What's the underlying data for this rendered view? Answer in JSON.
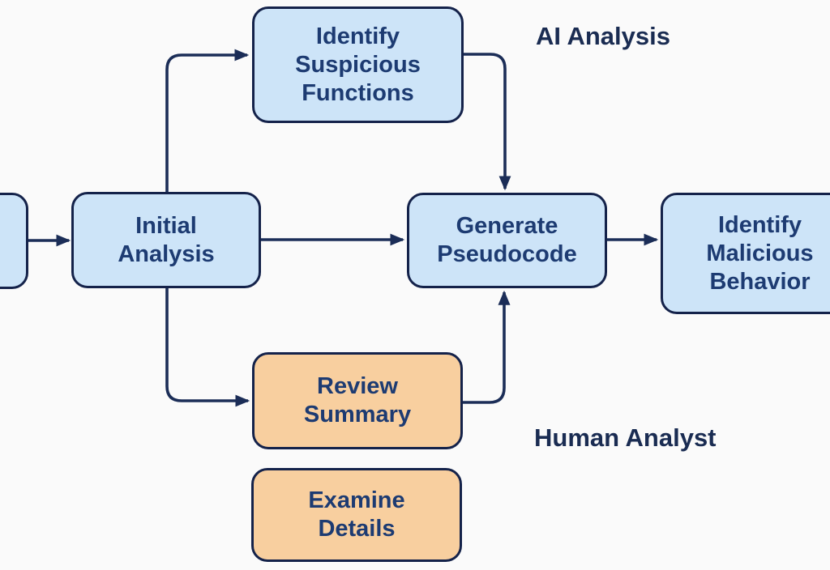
{
  "diagram": {
    "type": "flowchart",
    "nodes": [
      {
        "id": "input-partial",
        "label": "",
        "style": "blue"
      },
      {
        "id": "initial-analysis",
        "label": "Initial\nAnalysis",
        "style": "blue"
      },
      {
        "id": "identify-suspicious-functions",
        "label": "Identify\nSuspicious\nFunctions",
        "style": "blue"
      },
      {
        "id": "generate-pseudocode",
        "label": "Generate\nPseudocode",
        "style": "blue"
      },
      {
        "id": "identify-malicious-behavior",
        "label": "Identify\nMalicious\nBehavior",
        "style": "blue"
      },
      {
        "id": "review-summary",
        "label": "Review\nSummary",
        "style": "orange"
      },
      {
        "id": "examine-details",
        "label": "Examine\nDetails",
        "style": "orange"
      }
    ],
    "annotations": [
      {
        "id": "ai-analysis-label",
        "text": "AI Analysis"
      },
      {
        "id": "human-analyst-label",
        "text": "Human Analyst"
      }
    ],
    "edges": [
      {
        "from": "input-partial",
        "to": "initial-analysis"
      },
      {
        "from": "initial-analysis",
        "to": "identify-suspicious-functions"
      },
      {
        "from": "identify-suspicious-functions",
        "to": "generate-pseudocode"
      },
      {
        "from": "initial-analysis",
        "to": "generate-pseudocode"
      },
      {
        "from": "initial-analysis",
        "to": "review-summary"
      },
      {
        "from": "review-summary",
        "to": "generate-pseudocode"
      },
      {
        "from": "generate-pseudocode",
        "to": "identify-malicious-behavior"
      }
    ]
  },
  "colors": {
    "nodeBlue": "#cde4f8",
    "nodeOrange": "#f8cf9f",
    "border": "#14224a",
    "nodeText": "#1d3b72",
    "labelText": "#1a2c52",
    "arrow": "#1b2d57",
    "background": "#fafafa"
  }
}
